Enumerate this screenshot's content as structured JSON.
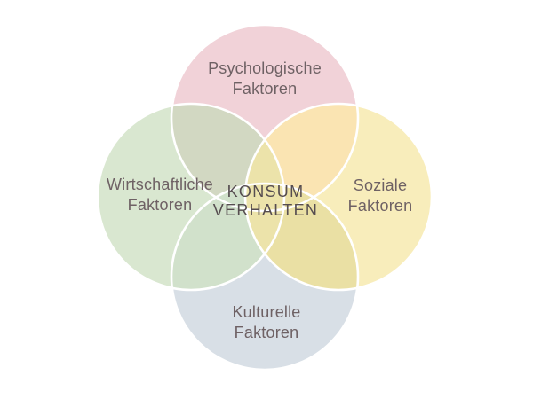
{
  "diagram": {
    "background": "#ffffff",
    "outline_color": "#ffffff",
    "label_text_color": "#6e6164",
    "center_label": {
      "lines": [
        "KONSUM",
        "VERHALTEN"
      ],
      "text_color": "#564d50"
    },
    "circles": {
      "top": {
        "label_lines": [
          "Psychologische",
          "Faktoren"
        ],
        "fill": "#f1d2d8"
      },
      "left": {
        "label_lines": [
          "Wirtschaftliche",
          "Faktoren"
        ],
        "fill": "#d9e7d0"
      },
      "right": {
        "label_lines": [
          "Soziale",
          "Faktoren"
        ],
        "fill": "#f8edbb"
      },
      "bottom": {
        "label_lines": [
          "Kulturelle",
          "Faktoren"
        ],
        "fill": "#d8dfe6"
      }
    },
    "overlaps": {
      "top_left": "#d2d8c2",
      "top_right": "#fae4b2",
      "bottom_left": "#d1e1cb",
      "bottom_right": "#eae0a4",
      "center": "#ece3aa"
    }
  }
}
